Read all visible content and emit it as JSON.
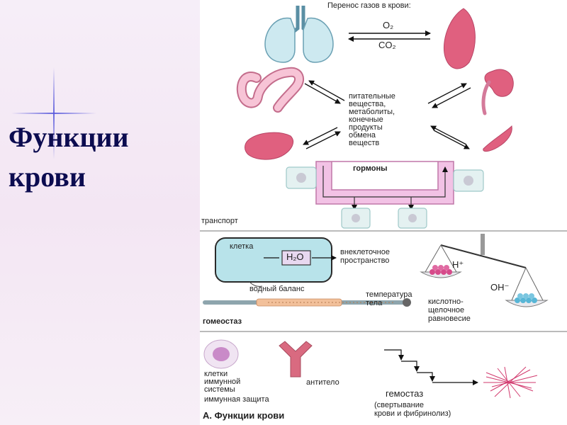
{
  "slide": {
    "title_line1": "Функции",
    "title_line2": "крови"
  },
  "figure": {
    "transport": {
      "header": "Перенос газов в крови:",
      "o2": "O₂",
      "co2": "CO₂",
      "nutrients": [
        "питательные",
        "вещества,",
        "метаболиты,",
        "конечные",
        "продукты",
        "обмена",
        "веществ"
      ],
      "hormones": "гормоны",
      "section_label": "транспорт"
    },
    "homeostasis": {
      "cell": "клетка",
      "water": "H₂O",
      "extracellular": [
        "внеклеточное",
        "пространство"
      ],
      "water_balance": "водный баланс",
      "temperature": [
        "температура",
        "тела"
      ],
      "h_ion": "H⁺",
      "oh_ion": "OH⁻",
      "acid_base": [
        "кислотно-",
        "щелочное",
        "равновесие"
      ],
      "section_label": "гомеостаз"
    },
    "immunity": {
      "immune_cells": [
        "клетки",
        "иммунной",
        "системы"
      ],
      "antibody": "антитело",
      "section_label": "иммунная защита",
      "hemostasis": "гемостаз",
      "hemostasis_detail": [
        "(свертывание",
        "крови и фибринолиз)"
      ]
    },
    "caption": "А. Функции крови"
  },
  "colors": {
    "title": "#0c0c50",
    "organ_pink": "#e0607f",
    "lung_blue": "#cde9f0",
    "hormone_tube": "#f2c2e5",
    "cell_box": "#e4f1f1",
    "water_box": "#b8e3ea"
  }
}
